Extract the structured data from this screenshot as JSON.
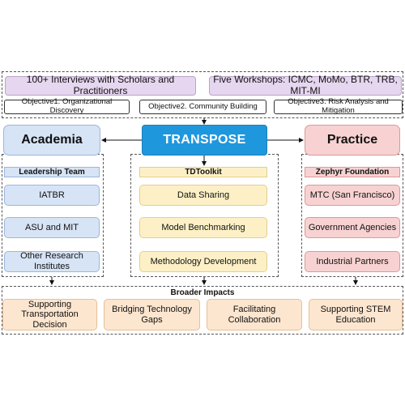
{
  "top": {
    "interviews": "100+ Interviews with Scholars and Practitioners",
    "workshops": "Five Workshops: ICMC, MoMo, BTR, TRB, MIT-MI",
    "objectives": [
      "Objective1. Organizational Discovery",
      "Objective2. Community Building",
      "Objective3. Risk Analysis and Mitigation"
    ]
  },
  "center": {
    "academia": "Academia",
    "transpose": "TRANSPOSE",
    "practice": "Practice"
  },
  "academia": {
    "header": "Leadership Team",
    "items": [
      "IATBR",
      "ASU and MIT",
      "Other Research Institutes"
    ]
  },
  "toolkit": {
    "header": "TDToolkit",
    "items": [
      "Data Sharing",
      "Model Benchmarking",
      "Methodology Development"
    ]
  },
  "practice": {
    "header": "Zephyr Foundation",
    "items": [
      "MTC (San Francisco)",
      "Government Agencies",
      "Industrial Partners"
    ]
  },
  "impacts": {
    "title": "Broader Impacts",
    "items": [
      "Supporting Transportation Decision",
      "Bridging Technology Gaps",
      "Facilitating Collaboration",
      "Supporting STEM Education"
    ]
  }
}
